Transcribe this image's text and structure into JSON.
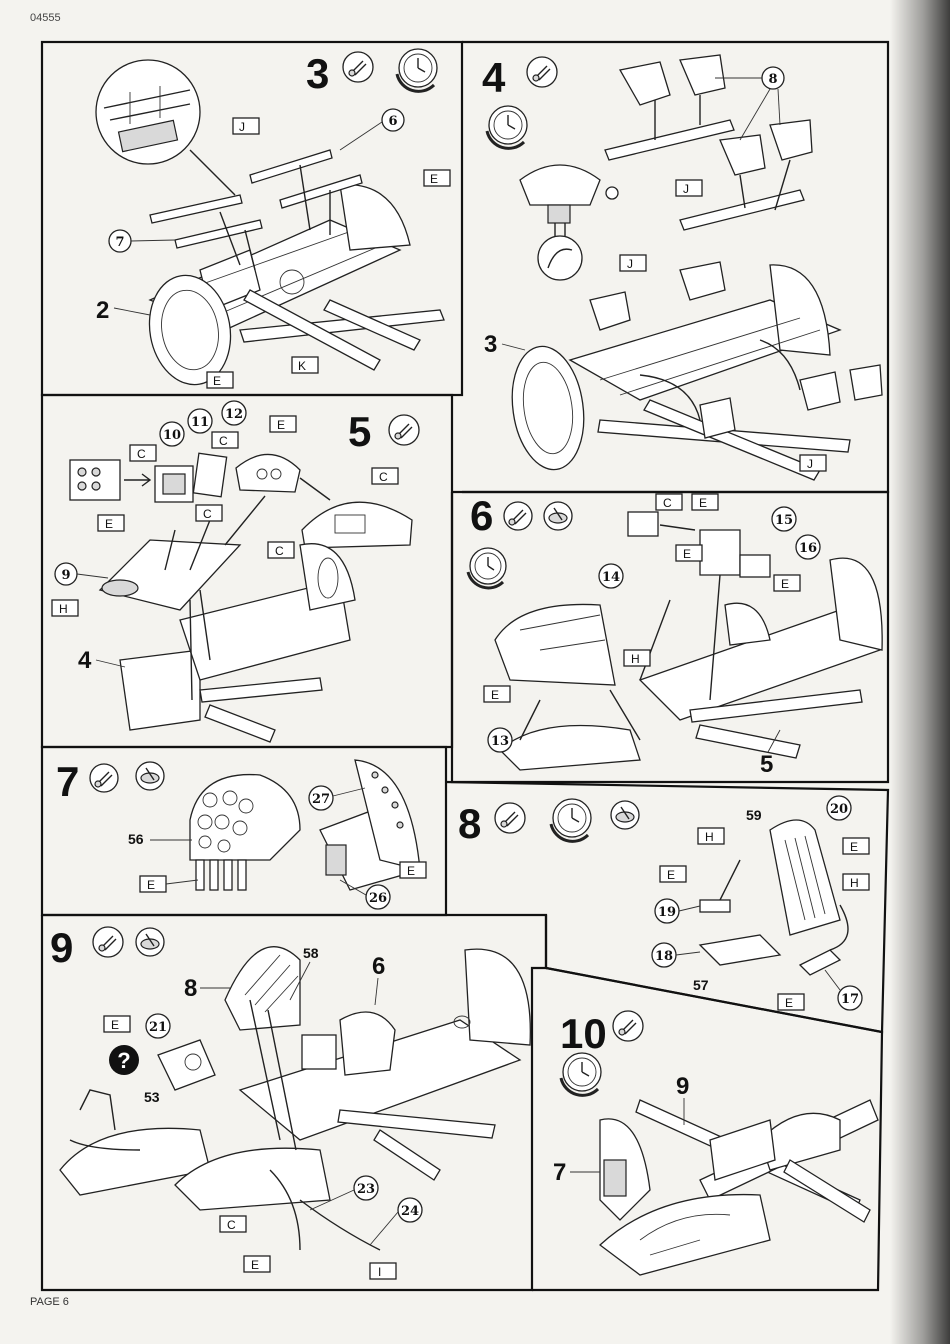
{
  "header": {
    "doc_code": "04555"
  },
  "footer": {
    "page_label": "PAGE 6"
  },
  "steps": [
    {
      "number": "3",
      "icons": [
        "glue-tube-icon",
        "clock-icon"
      ],
      "callouts": [
        "6",
        "7"
      ],
      "plain_labels": [
        "2"
      ],
      "sprues": [
        "J",
        "E",
        "E",
        "K"
      ]
    },
    {
      "number": "4",
      "icons": [
        "glue-tube-icon",
        "clock-icon",
        "clamp-icon"
      ],
      "callouts": [
        "8"
      ],
      "plain_labels": [
        "3"
      ],
      "sprues": [
        "J",
        "J",
        "J"
      ]
    },
    {
      "number": "5",
      "icons": [
        "glue-tube-icon"
      ],
      "callouts": [
        "10",
        "11",
        "12",
        "9"
      ],
      "plain_labels": [
        "4"
      ],
      "sprues": [
        "C",
        "C",
        "E",
        "C",
        "E",
        "C",
        "C",
        "H"
      ]
    },
    {
      "number": "6",
      "icons": [
        "glue-tube-icon",
        "paint-icon",
        "clock-icon"
      ],
      "callouts": [
        "15",
        "16",
        "14",
        "13"
      ],
      "plain_labels": [
        "5"
      ],
      "sprues": [
        "C",
        "E",
        "E",
        "E",
        "H",
        "E"
      ]
    },
    {
      "number": "7",
      "icons": [
        "glue-tube-icon",
        "paint-icon"
      ],
      "callouts": [
        "27",
        "26"
      ],
      "plain_labels": [
        "56"
      ],
      "sprues": [
        "E",
        "E"
      ]
    },
    {
      "number": "8",
      "icons": [
        "glue-tube-icon",
        "clock-icon",
        "paint-icon"
      ],
      "callouts": [
        "20",
        "19",
        "18",
        "17"
      ],
      "plain_labels": [
        "59",
        "57"
      ],
      "sprues": [
        "H",
        "E",
        "E",
        "H",
        "E"
      ]
    },
    {
      "number": "9",
      "icons": [
        "glue-tube-icon",
        "paint-icon"
      ],
      "callouts": [
        "21",
        "23",
        "24"
      ],
      "plain_labels": [
        "58",
        "6",
        "8",
        "53"
      ],
      "sprues": [
        "E",
        "C",
        "E",
        "I"
      ],
      "question_mark": "?"
    },
    {
      "number": "10",
      "icons": [
        "glue-tube-icon",
        "clock-icon"
      ],
      "callouts": [],
      "plain_labels": [
        "9",
        "7"
      ],
      "sprues": []
    }
  ]
}
